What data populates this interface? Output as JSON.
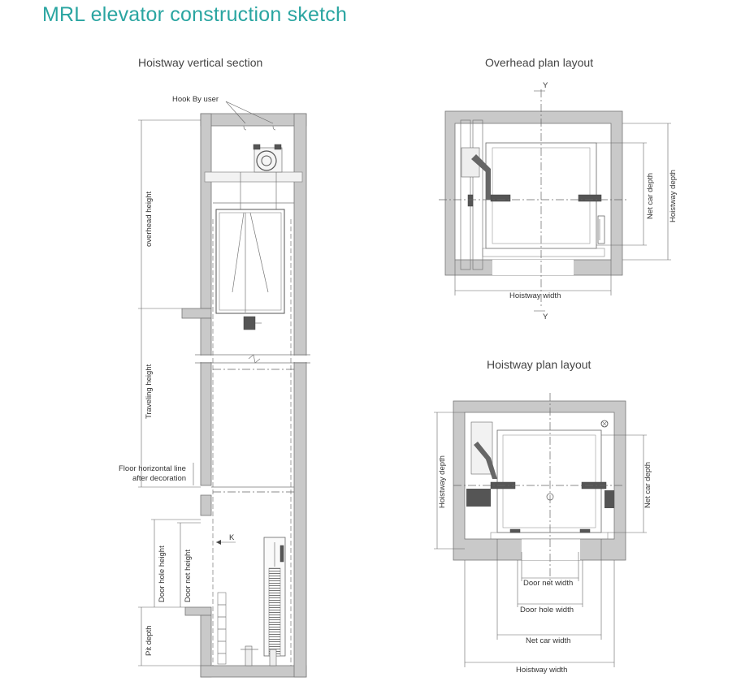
{
  "title": "MRL elevator construction sketch",
  "sections": {
    "vertical": "Hoistway vertical section",
    "overhead": "Overhead plan layout",
    "plan": "Hoistway plan layout"
  },
  "vertical_labels": {
    "hook": "Hook By user",
    "overhead_height": "overhead height",
    "traveling_height": "Traveling height",
    "floor_line_1": "Floor horizontal line",
    "floor_line_2": "after decoration",
    "door_hole_height": "Door hole height",
    "door_net_height": "Door net height",
    "pit_depth": "Pit depth",
    "k_marker": "K"
  },
  "overhead_labels": {
    "y_top": "Y",
    "y_bottom": "Y",
    "net_car_depth": "Net car depth",
    "hoistway_depth": "Hoistway depth",
    "hoistway_width": "Hoistway width"
  },
  "plan_labels": {
    "hoistway_depth": "Hoistway depth",
    "net_car_depth": "Net car depth",
    "door_net_width": "Door net width",
    "door_hole_width": "Door hole width",
    "net_car_width": "Net car width",
    "hoistway_width": "Hoistway width"
  }
}
